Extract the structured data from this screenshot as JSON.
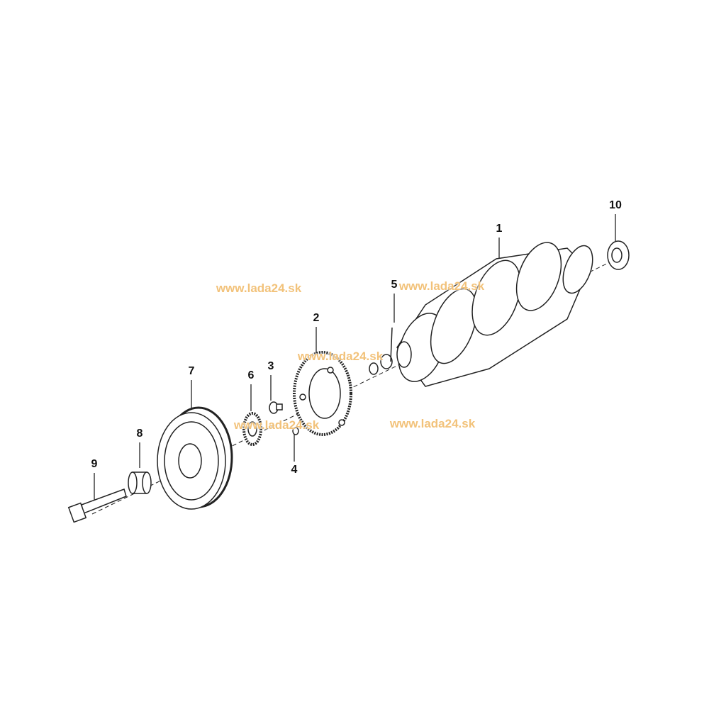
{
  "diagram": {
    "callouts": [
      {
        "id": "1",
        "label": "1"
      },
      {
        "id": "2",
        "label": "2"
      },
      {
        "id": "3",
        "label": "3"
      },
      {
        "id": "4",
        "label": "4"
      },
      {
        "id": "5",
        "label": "5"
      },
      {
        "id": "6",
        "label": "6"
      },
      {
        "id": "7",
        "label": "7"
      },
      {
        "id": "8",
        "label": "8"
      },
      {
        "id": "9",
        "label": "9"
      },
      {
        "id": "10",
        "label": "10"
      }
    ],
    "watermark": "www.lada24.sk",
    "colors": {
      "line": "#222222",
      "watermark": "#f2c27a"
    }
  }
}
